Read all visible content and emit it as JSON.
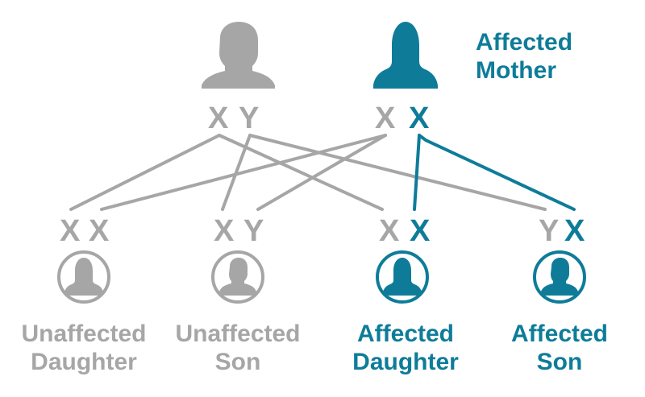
{
  "colors": {
    "unaffected": "#a6a6a6",
    "affected": "#0e7c99"
  },
  "parents": {
    "father": {
      "icon": "father-silhouette-icon",
      "chromosomes": [
        "X",
        "Y"
      ],
      "affected": [
        false,
        false
      ]
    },
    "mother": {
      "icon": "mother-silhouette-icon",
      "chromosomes": [
        "X",
        "X"
      ],
      "affected": [
        false,
        true
      ],
      "label_line1": "Affected",
      "label_line2": "Mother"
    }
  },
  "children": [
    {
      "icon": "daughter-avatar-icon",
      "chromosomes": [
        "X",
        "X"
      ],
      "affected": [
        false,
        false
      ],
      "label_line1": "Unaffected",
      "label_line2": "Daughter"
    },
    {
      "icon": "son-avatar-icon",
      "chromosomes": [
        "X",
        "Y"
      ],
      "affected": [
        false,
        false
      ],
      "label_line1": "Unaffected",
      "label_line2": "Son"
    },
    {
      "icon": "daughter-avatar-icon",
      "chromosomes": [
        "X",
        "X"
      ],
      "affected": [
        false,
        true
      ],
      "label_line1": "Affected",
      "label_line2": "Daughter"
    },
    {
      "icon": "son-avatar-icon",
      "chromosomes": [
        "Y",
        "X"
      ],
      "affected": [
        false,
        true
      ],
      "label_line1": "Affected",
      "label_line2": "Son"
    }
  ]
}
